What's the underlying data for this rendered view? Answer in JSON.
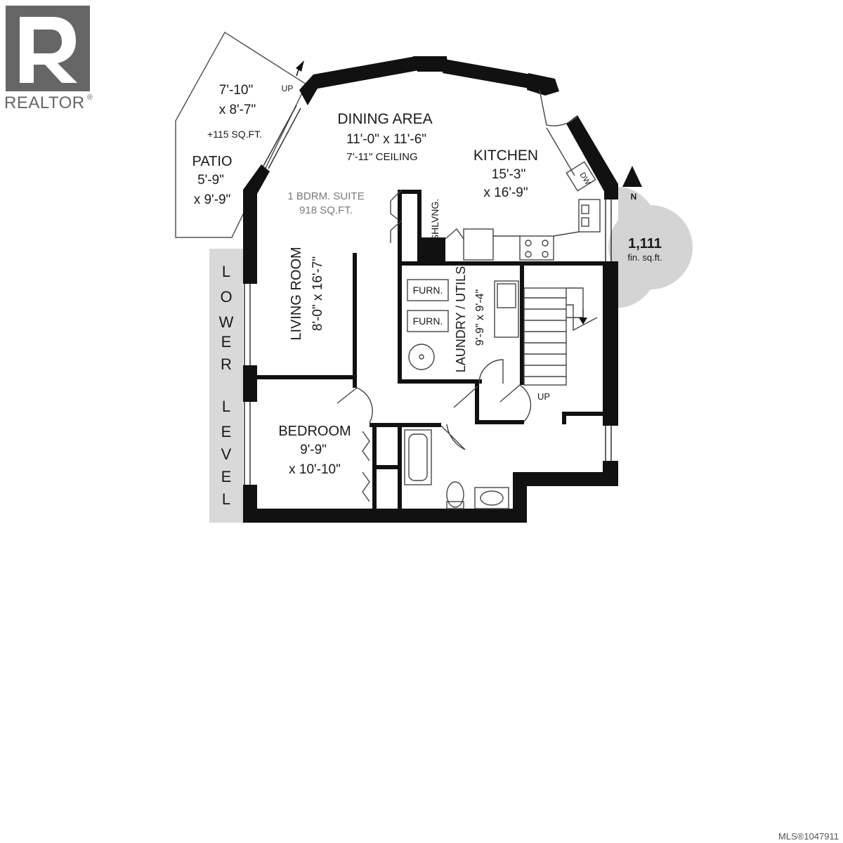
{
  "logo": {
    "text": "REALTOR",
    "registered": "®"
  },
  "footer": {
    "mls": "MLS®1047911"
  },
  "level_label": [
    "L",
    "O",
    "W",
    "E",
    "R",
    "L",
    "E",
    "V",
    "E",
    "L"
  ],
  "summary": {
    "area_value": "1,111",
    "area_unit": "fin. sq.ft.",
    "north": "N"
  },
  "suite": {
    "line1": "1 BDRM. SUITE",
    "line2": "918 SQ.FT."
  },
  "rooms": {
    "dining": {
      "name": "DINING AREA",
      "dims": "11'-0\" x 11'-6\"",
      "ceiling": "7'-11\" CEILING"
    },
    "kitchen": {
      "name": "KITCHEN",
      "dim1": "15'-3\"",
      "dim2": "x 16'-9\""
    },
    "patio": {
      "dim_a1": "7'-10\"",
      "dim_a2": "x 8'-7\"",
      "extra": "+115 SQ.FT.",
      "name": "PATIO",
      "dim_b1": "5'-9\"",
      "dim_b2": "x 9'-9\""
    },
    "living": {
      "name": "LIVING ROOM",
      "dims": "8'-0\" x 16'-7\""
    },
    "laundry": {
      "name": "LAUNDRY / UTILS.",
      "dims": "9'-9\" x 9'-4\""
    },
    "bedroom": {
      "name": "BEDROOM",
      "dim1": "9'-9\"",
      "dim2": "x 10'-10\""
    }
  },
  "fixtures": {
    "shelving": "SHLVNG.",
    "furnace": "FURN.",
    "dishwasher": "DW"
  },
  "stairs": {
    "up_patio": "UP",
    "up_stairs": "UP"
  }
}
